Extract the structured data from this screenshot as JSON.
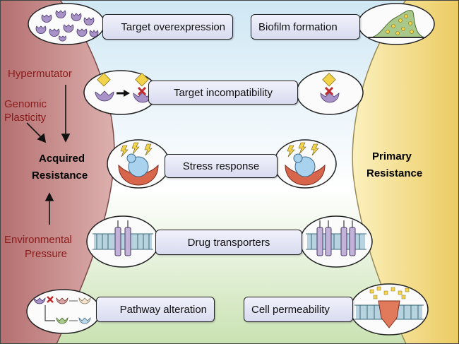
{
  "labels": {
    "target_overexpression": "Target overexpression",
    "biofilm_formation": "Biofilm formation",
    "target_incompatibility": "Target incompatibility",
    "stress_response": "Stress response",
    "drug_transporters": "Drug transporters",
    "pathway_alteration": "Pathway alteration",
    "cell_permeability": "Cell permeability"
  },
  "acquired": {
    "hypermutator": "Hypermutator",
    "genomic_line1": "Genomic",
    "genomic_line2": "Plasticity",
    "title_line1": "Acquired",
    "title_line2": "Resistance",
    "environmental_line1": "Environmental",
    "environmental_line2": "Pressure"
  },
  "primary": {
    "title_line1": "Primary",
    "title_line2": "Resistance"
  },
  "colors": {
    "acquired_region": "#c98e8e",
    "primary_region": "#f2dd8a",
    "sky": "#cfe7f4",
    "ground": "#c9e2b2",
    "label_fill": "#e3e5f5",
    "receptor_purple": "#a892c8",
    "drug_yellow": "#f3d34a",
    "inhibit_red": "#c0282c",
    "cell_blue": "#a9d2ee",
    "cell_red": "#d8664c",
    "biofilm_green": "#a8c98a",
    "membrane_blue": "#b7d3df"
  }
}
